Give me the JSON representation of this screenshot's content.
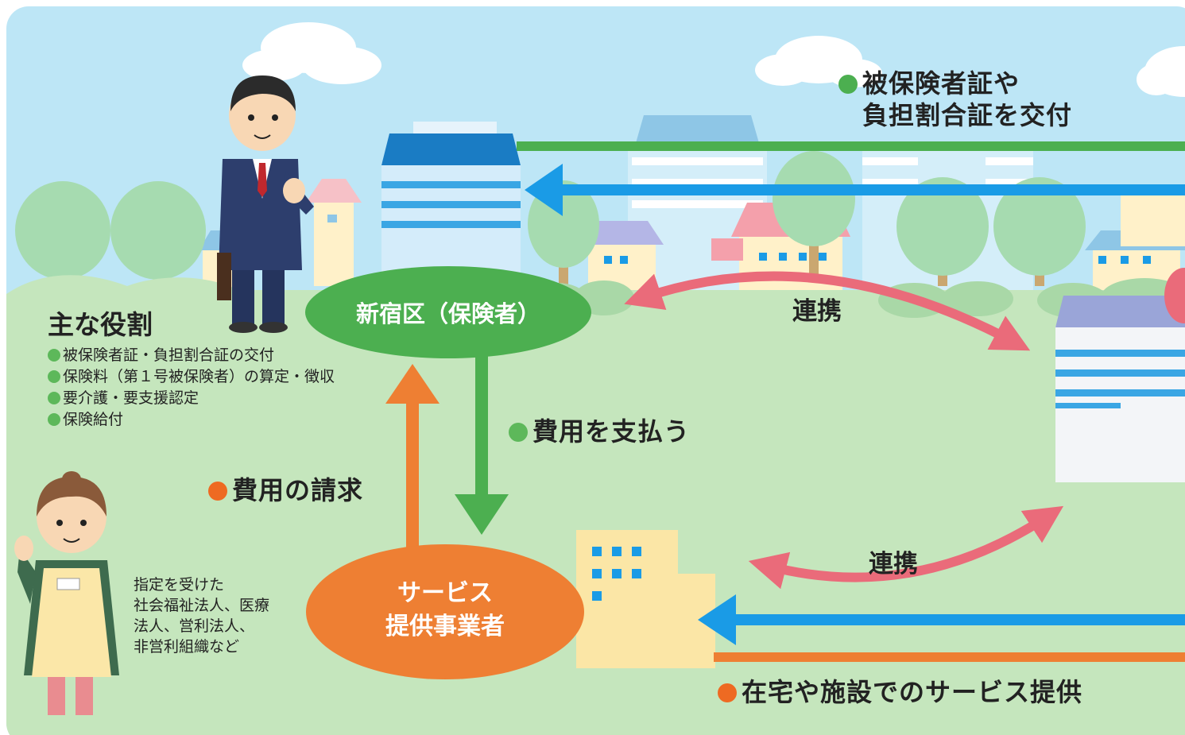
{
  "colors": {
    "green": "#4caf50",
    "blue": "#1a9be6",
    "orange": "#ee7f33",
    "pink": "#ea6b7a",
    "sky": "#bde6f6",
    "ground": "#c5e6bd"
  },
  "nodes": {
    "insurer": "新宿区（保険者）",
    "provider_line1": "サービス",
    "provider_line2": "提供事業者"
  },
  "flows": {
    "issue_line1": "被保険者証や",
    "issue_line2": "負担割合証を交付",
    "pay": "費用を支払う",
    "claim": "費用の請求",
    "cooperation_top": "連携",
    "cooperation_bottom": "連携",
    "service": "在宅や施設でのサービス提供"
  },
  "roles": {
    "title": "主な役割",
    "items": [
      "被保険者証・負担割合証の交付",
      "保険料（第１号被保険者）の算定・徴収",
      "要介護・要支援認定",
      "保険給付"
    ]
  },
  "provider_note": [
    "指定を受けた",
    "社会福祉法人、医療",
    "法人、営利法人、",
    "非営利組織など"
  ],
  "icons": [
    "businessman-figure",
    "caregiver-figure",
    "city-building",
    "office-building",
    "hospital-building",
    "tree",
    "cloud",
    "house"
  ]
}
